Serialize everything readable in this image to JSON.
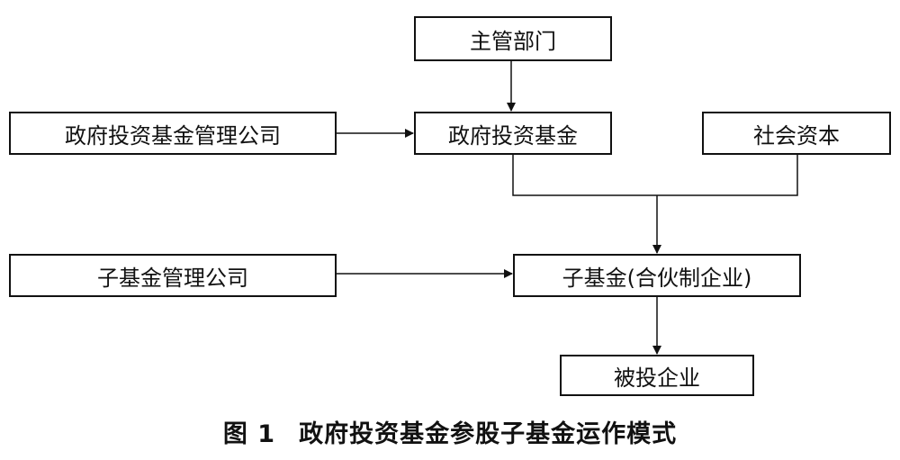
{
  "nodes": {
    "competent_department": "主管部门",
    "government_investment_fund": "政府投资基金",
    "government_fund_management_company": "政府投资基金管理公司",
    "social_capital": "社会资本",
    "sub_fund": "子基金(合伙制企业)",
    "sub_fund_management_company": "子基金管理公司",
    "invested_enterprise": "被投企业"
  },
  "caption": {
    "number": "图 1",
    "title": "政府投资基金参股子基金运作模式"
  }
}
